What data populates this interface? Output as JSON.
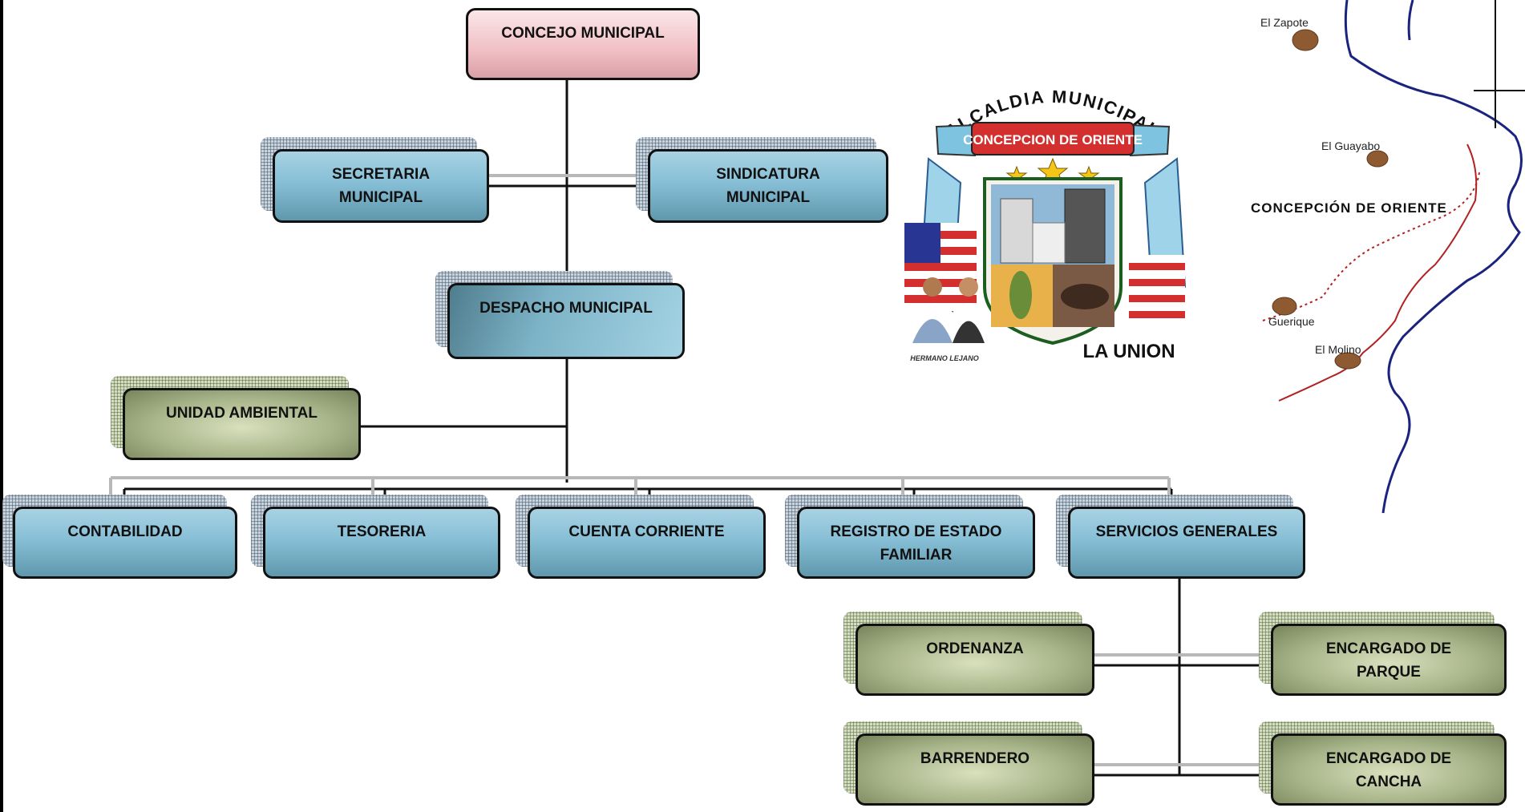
{
  "org_chart": {
    "concejo": "CONCEJO MUNICIPAL",
    "secretaria": [
      "SECRETARIA",
      "MUNICIPAL"
    ],
    "sindicatura": [
      "SINDICATURA",
      "MUNICIPAL"
    ],
    "despacho": "DESPACHO MUNICIPAL",
    "unidad_ambiental": "UNIDAD AMBIENTAL",
    "departments": {
      "contabilidad": "CONTABILIDAD",
      "tesoreria": "TESORERIA",
      "cuenta_corriente": "CUENTA CORRIENTE",
      "registro": [
        "REGISTRO DE ESTADO",
        "FAMILIAR"
      ],
      "servicios": "SERVICIOS GENERALES"
    },
    "servicios_staff": {
      "ordenanza": "ORDENANZA",
      "encargado_parque": [
        "ENCARGADO DE",
        "PARQUE"
      ],
      "barrendero": "BARRENDERO",
      "encargado_cancha": [
        "ENCARGADO DE",
        "CANCHA"
      ]
    }
  },
  "emblem": {
    "arc_text": "ALCALDIA MUNICIPAL",
    "ribbon_text": "CONCEPCION DE ORIENTE",
    "bottom_text": "LA UNION",
    "small_text": "HERMANO LEJANO"
  },
  "map": {
    "places": [
      "El Zapote",
      "El Guayabo",
      "CONCEPCIÓN DE ORIENTE",
      "Guerique",
      "El Molino"
    ]
  },
  "colors": {
    "blue_box": "#87bfd6",
    "green_box": "#a8b489",
    "pink_box": "#f0bfc4",
    "river": "#1a237e",
    "road": "#b22222",
    "place_dot": "#8d5a32"
  }
}
